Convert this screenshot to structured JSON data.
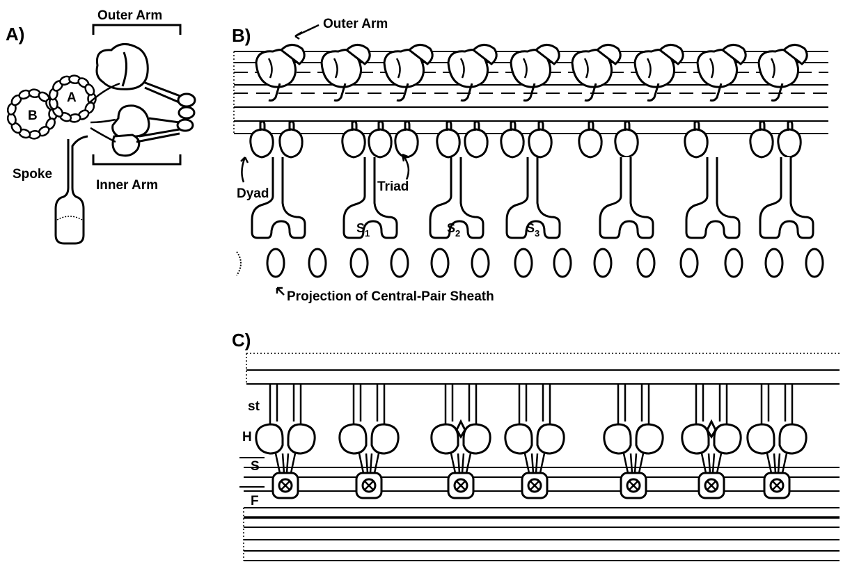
{
  "panels": {
    "a": {
      "label": "A)",
      "outer_arm": "Outer Arm",
      "doublet_b": "B",
      "doublet_a": "A",
      "spoke": "Spoke",
      "inner_arm": "Inner Arm"
    },
    "b": {
      "label": "B)",
      "outer_arm": "Outer Arm",
      "dyad": "Dyad",
      "triad": "Triad",
      "s1": "S",
      "s1_sub": "1",
      "s2": "S",
      "s2_sub": "2",
      "s3": "S",
      "s3_sub": "3",
      "central_pair": "Projection of Central-Pair Sheath"
    },
    "c": {
      "label": "C)",
      "st": "st",
      "h": "H",
      "s": "S",
      "f": "F"
    }
  },
  "colors": {
    "ink": "#000000",
    "paper": "#ffffff"
  }
}
